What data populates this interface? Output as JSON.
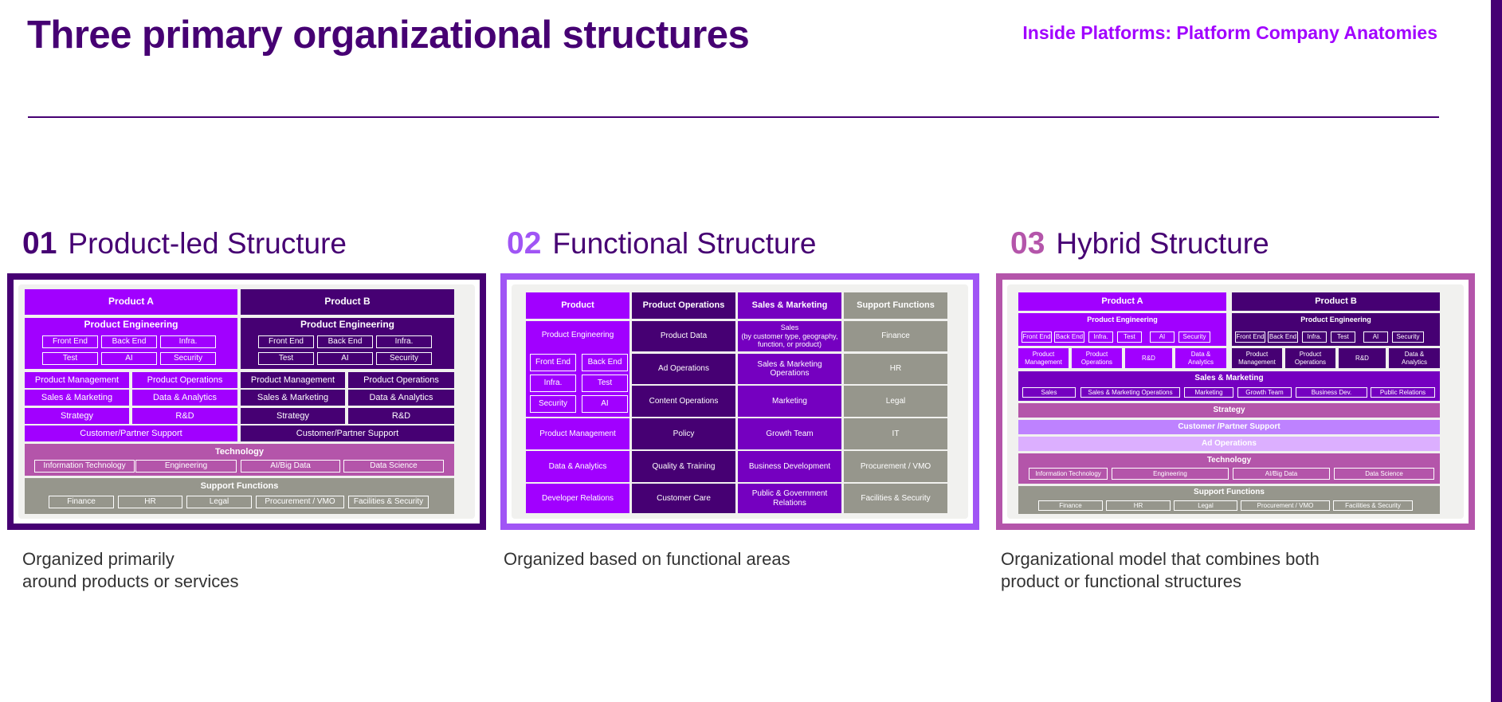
{
  "header": {
    "title": "Three primary organizational structures",
    "subtitle": "Inside Platforms: Platform Company Anatomies"
  },
  "colors": {
    "dark_purple": "#460073",
    "core_purple": "#a100ff",
    "mid_purple": "#7500c0",
    "pink": "#b455aa",
    "gray": "#96968c",
    "light_purple": "#be82ff"
  },
  "structures": [
    {
      "number": "01",
      "label": "Product-led Structure",
      "desc1": "Organized primarily",
      "desc2": "around products or services",
      "number_color": "#460073",
      "frame_color": "#460073"
    },
    {
      "number": "02",
      "label": "Functional Structure",
      "desc1": "Organized based on functional areas",
      "desc2": "",
      "number_color": "#a055f5",
      "frame_color": "#a055f5"
    },
    {
      "number": "03",
      "label": "Hybrid Structure",
      "desc1": "Organizational model that combines both",
      "desc2": "product or functional structures",
      "number_color": "#b455aa",
      "frame_color": "#b455aa"
    }
  ],
  "d1": {
    "productA": "Product A",
    "productB": "Product B",
    "prodEng": "Product Engineering",
    "eng": [
      "Front End",
      "Back End",
      "Infra.",
      "Test",
      "AI",
      "Security"
    ],
    "pm": "Product Management",
    "po": "Product Operations",
    "sm": "Sales & Marketing",
    "da": "Data & Analytics",
    "st": "Strategy",
    "rd": "R&D",
    "cps": "Customer/Partner Support",
    "tech": "Technology",
    "techItems": [
      "Information Technology",
      "Engineering",
      "AI/Big Data",
      "Data Science"
    ],
    "sf": "Support Functions",
    "sfItems": [
      "Finance",
      "HR",
      "Legal",
      "Procurement / VMO",
      "Facilities & Security"
    ]
  },
  "d2": {
    "headers": [
      "Product",
      "Product Operations",
      "Sales & Marketing",
      "Support Functions"
    ],
    "product": [
      "Product Engineering",
      "Product Management",
      "Data & Analytics",
      "Developer Relations"
    ],
    "eng": [
      "Front End",
      "Back End",
      "Infra.",
      "Test",
      "Security",
      "AI"
    ],
    "ops": [
      "Product Data",
      "Ad Operations",
      "Content Operations",
      "Policy",
      "Quality & Training",
      "Customer Care"
    ],
    "sales_line1": "Sales",
    "sales_line2": "(by customer type, geography, function, or product)",
    "sales": [
      "Sales & Marketing Operations",
      "Marketing",
      "Growth Team",
      "Business Development",
      "Public & Government Relations"
    ],
    "support": [
      "Finance",
      "HR",
      "Legal",
      "IT",
      "Procurement / VMO",
      "Facilities & Security"
    ]
  },
  "d3": {
    "productA": "Product A",
    "productB": "Product B",
    "prodEng": "Product Engineering",
    "eng": [
      "Front End",
      "Back End",
      "Infra.",
      "Test",
      "AI",
      "Security"
    ],
    "pm1": "Product",
    "pm2": "Management",
    "po1": "Product",
    "po2": "Operations",
    "rd": "R&D",
    "da1": "Data &",
    "da2": "Analytics",
    "sm": "Sales & Marketing",
    "smItems": [
      "Sales",
      "Sales & Marketing Operations",
      "Marketing",
      "Growth Team",
      "Business Dev.",
      "Public Relations"
    ],
    "st": "Strategy",
    "cps": "Customer /Partner Support",
    "ao": "Ad Operations",
    "tech": "Technology",
    "techItems": [
      "Information Technology",
      "Engineering",
      "AI/Big Data",
      "Data Science"
    ],
    "sf": "Support Functions",
    "sfItems": [
      "Finance",
      "HR",
      "Legal",
      "Procurement / VMO",
      "Facilities & Security"
    ]
  }
}
